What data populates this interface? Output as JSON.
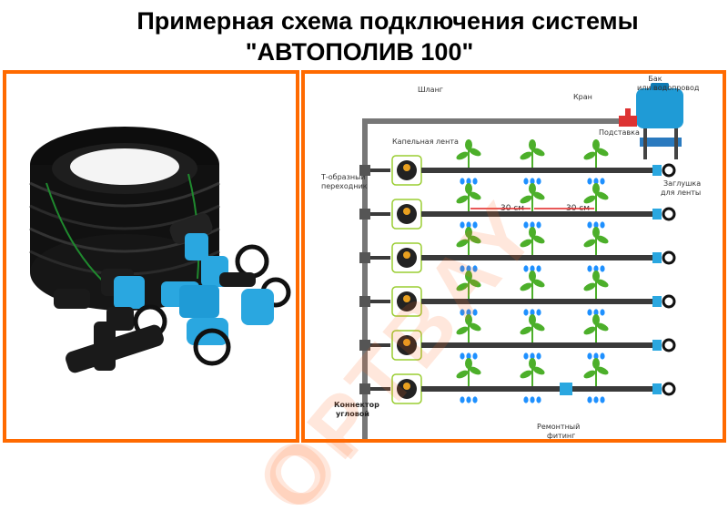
{
  "title": {
    "line1": "Примерная схема подключения системы",
    "line2": "\"АВТОПОЛИВ 100\""
  },
  "watermark": "OPTBAY",
  "colors": {
    "frame": "#ff6a00",
    "tape": "#3a3a3a",
    "fitting": "#2aa7e0",
    "plant": "#4caf2a",
    "drop": "#1e90ff",
    "spacing": "#e02020"
  },
  "diagram": {
    "labels": {
      "tank": "Бак или водопровод",
      "tank_line1": "Бак",
      "tank_line2": "или водопровод",
      "hose": "Шланг",
      "valve": "Кран",
      "stand": "Подставка",
      "drip_tape": "Капельная лента",
      "tee_line1": "Т-образный",
      "tee_line2": "переходник",
      "plug_line1": "Заглушка",
      "plug_line2": "для ленты",
      "spacing1": "30 см",
      "spacing2": "30 см",
      "connector_line1": "Коннектор",
      "connector_line2": "угловой",
      "repair_line1": "Ремонтный",
      "repair_line2": "фитинг"
    },
    "rows": 6,
    "plants_per_row": 3
  }
}
